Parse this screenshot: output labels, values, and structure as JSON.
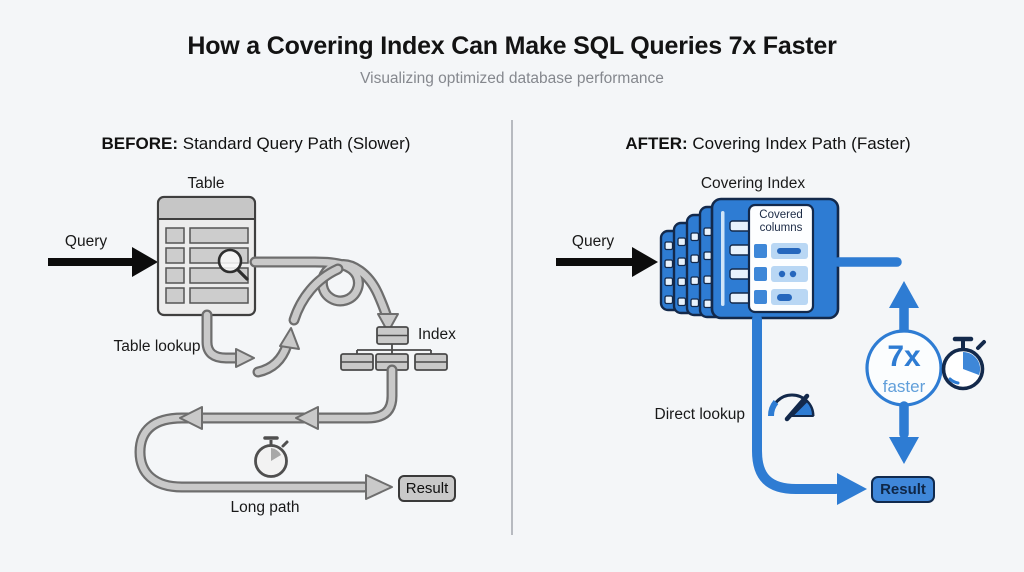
{
  "title": "How a Covering Index Can Make SQL Queries 7x Faster",
  "subtitle": "Visualizing optimized database performance",
  "before": {
    "heading_bold": "BEFORE:",
    "heading_rest": " Standard Query Path (Slower)",
    "query_label": "Query",
    "table_label": "Table",
    "table_lookup_label": "Table lookup",
    "index_label": "Index",
    "long_path_label": "Long path",
    "result_label": "Result"
  },
  "after": {
    "heading_bold": "AFTER:",
    "heading_rest": " Covering Index Path (Faster)",
    "query_label": "Query",
    "covering_index_label": "Covering Index",
    "covered_columns_label": "Covered columns",
    "direct_lookup_label": "Direct lookup",
    "speed_value": "7x",
    "speed_caption": "faster",
    "result_label": "Result"
  },
  "icons": {
    "magnifier": "magnifier-icon",
    "stopwatch": "stopwatch-icon",
    "gauge": "gauge-icon"
  },
  "colors": {
    "background": "#f4f6f8",
    "accent_blue": "#2e7cd3",
    "navy_border": "#13294b",
    "light_blue": "#bcd9f5",
    "gray_fill": "#c9c9c9",
    "gray_stroke": "#6e6e6e",
    "title_color": "#131313",
    "subtitle_color": "#85888e"
  }
}
